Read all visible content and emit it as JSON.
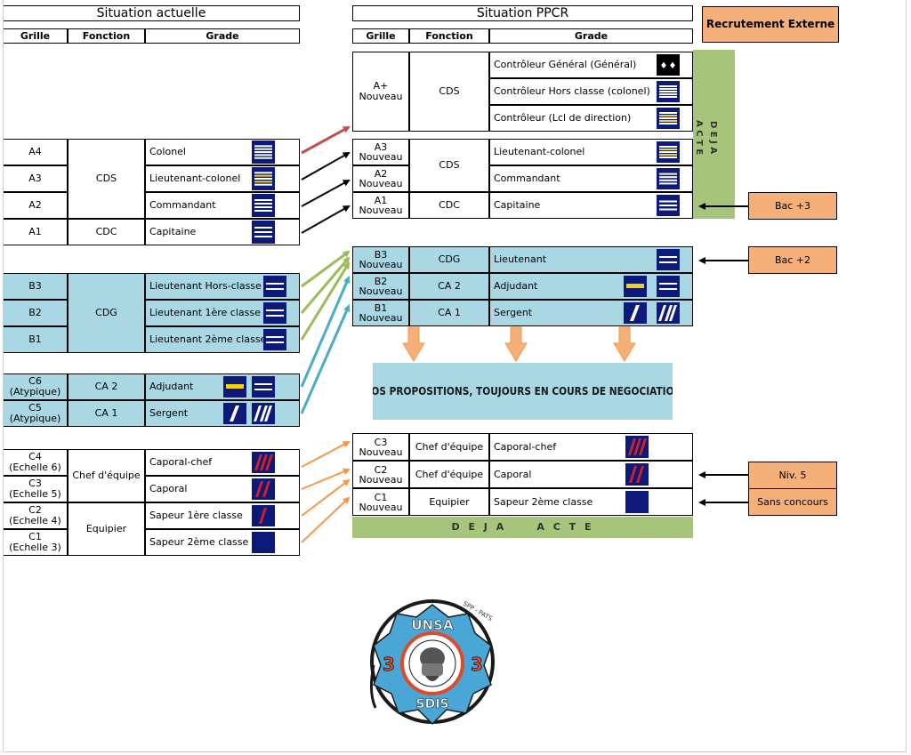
{
  "titles": {
    "current": "Situation actuelle",
    "ppcr": "Situation PPCR",
    "recruitment": "Recrutement Externe"
  },
  "columns": {
    "grille": "Grille",
    "fonction": "Fonction",
    "grade": "Grade"
  },
  "current": {
    "A": {
      "rows": [
        {
          "grille": "A4",
          "grade": "Colonel",
          "insignia": "colonel"
        },
        {
          "grille": "A3",
          "grade": "Lieutenant-colonel",
          "insignia": "ltcol"
        },
        {
          "grille": "A2",
          "grade": "Commandant",
          "insignia": "cdt"
        },
        {
          "grille": "A1",
          "grade": "Capitaine",
          "insignia": "cne"
        }
      ],
      "fonctions": [
        "CDS",
        "CDC"
      ]
    },
    "B": {
      "rows": [
        {
          "grille": "B3",
          "grade": "Lieutenant Hors-classe",
          "insignia": "lt"
        },
        {
          "grille": "B2",
          "grade": "Lieutenant 1ère classe",
          "insignia": "lt"
        },
        {
          "grille": "B1",
          "grade": "Lieutenant 2ème classe",
          "insignia": "lt"
        }
      ],
      "fonction": "CDG"
    },
    "C_atypique": {
      "rows": [
        {
          "grille": "C6\n(Atypique)",
          "fonction": "CA 2",
          "grade": "Adjudant",
          "insignia": [
            "adj",
            "lt"
          ]
        },
        {
          "grille": "C5\n(Atypique)",
          "fonction": "CA 1",
          "grade": "Sergent",
          "insignia": [
            "sgt",
            "sgtc"
          ]
        }
      ]
    },
    "C": {
      "rows": [
        {
          "grille": "C4\n(Echelle 6)",
          "grade": "Caporal-chef",
          "insignia": "cch"
        },
        {
          "grille": "C3\n(Echelle 5)",
          "grade": "Caporal",
          "insignia": "cpl"
        },
        {
          "grille": "C2\n(Echelle 4)",
          "grade": "Sapeur 1ère classe",
          "insignia": "sap1"
        },
        {
          "grille": "C1\n(Echelle 3)",
          "grade": "Sapeur 2ème classe",
          "insignia": "sap2"
        }
      ],
      "fonctions": [
        "Chef d'équipe",
        "Equipier"
      ]
    }
  },
  "ppcr": {
    "Aplus": {
      "grille": "A+\nNouveau",
      "fonction": "CDS",
      "rows": [
        {
          "grade": "Contrôleur Général (Général)",
          "insignia": "gen"
        },
        {
          "grade": "Contrôleur Hors classe (colonel)",
          "insignia": "colonel"
        },
        {
          "grade": "Contrôleur (Lcl de direction)",
          "insignia": "ltcol"
        }
      ]
    },
    "A": {
      "rows": [
        {
          "grille": "A3\nNouveau",
          "grade": "Lieutenant-colonel",
          "insignia": "ltcol"
        },
        {
          "grille": "A2\nNouveau",
          "grade": "Commandant",
          "insignia": "cdt"
        },
        {
          "grille": "A1\nNouveau",
          "fonction": "CDC",
          "grade": "Capitaine",
          "insignia": "cne"
        }
      ],
      "fonction_top": "CDS"
    },
    "B": {
      "rows": [
        {
          "grille": "B3\nNouveau",
          "fonction": "CDG",
          "grade": "Lieutenant",
          "insignia": [
            "lt"
          ]
        },
        {
          "grille": "B2\nNouveau",
          "fonction": "CA 2",
          "grade": "Adjudant",
          "insignia": [
            "adj",
            "lt"
          ]
        },
        {
          "grille": "B1\nNouveau",
          "fonction": "CA 1",
          "grade": "Sergent",
          "insignia": [
            "sgt",
            "sgtc"
          ]
        }
      ]
    },
    "C": {
      "rows": [
        {
          "grille": "C3\nNouveau",
          "fonction": "Chef d'équipe",
          "grade": "Caporal-chef",
          "insignia": "cch"
        },
        {
          "grille": "C2\nNouveau",
          "fonction": "Chef d'équipe",
          "grade": "Caporal",
          "insignia": "cpl"
        },
        {
          "grille": "C1\nNouveau",
          "fonction": "Equipier",
          "grade": "Sapeur 2ème classe",
          "insignia": "sap2"
        }
      ]
    }
  },
  "banners": {
    "proposals": "NOS PROPOSITIONS, TOUJOURS EN COURS DE NEGOCIATION",
    "deja_acte": "D E J A     A C T E",
    "deja_acte_vertical_1": "D E J A",
    "deja_acte_vertical_2": "A C T E"
  },
  "recruitment": [
    "Bac +3",
    "Bac +2",
    "Niv. 5",
    "Sans concours"
  ],
  "logo": {
    "top": "UNSA",
    "bottom": "SDIS",
    "left": "3",
    "right": "3",
    "arc": "SPP - PATS"
  },
  "colors": {
    "blue_band": "#a9d8e4",
    "orange": "#f5b07a",
    "green": "#a6c47a",
    "navy": "#0d1a7a",
    "insignia_red": "#d32020",
    "insignia_gold": "#f2d20a",
    "arrow_red": "#c0504d",
    "arrow_green": "#9bbb59",
    "arrow_blue": "#4bacc6",
    "arrow_orange": "#f79646",
    "logo_blue": "#4aa6d6",
    "logo_red": "#e04a2a"
  }
}
